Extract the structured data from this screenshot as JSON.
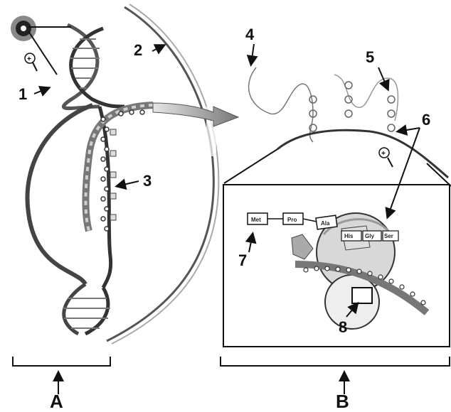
{
  "figure": {
    "labels": {
      "n1": "1",
      "n2": "2",
      "n3": "3",
      "n4": "4",
      "n5": "5",
      "n6": "6",
      "n7": "7",
      "n8": "8",
      "A": "A",
      "B": "B"
    },
    "amino_acids": {
      "met": "Met",
      "pro": "Pro",
      "ala": "Ala",
      "site1": "His",
      "site2": "Gly",
      "site3": "Ser"
    },
    "icons": [
      "magnifier-icon",
      "magnifier-icon"
    ],
    "colors": {
      "ink": "#111111",
      "strand": "#4a4a4a",
      "gray": "#9a9a9a",
      "light": "#d0d0d0"
    }
  }
}
